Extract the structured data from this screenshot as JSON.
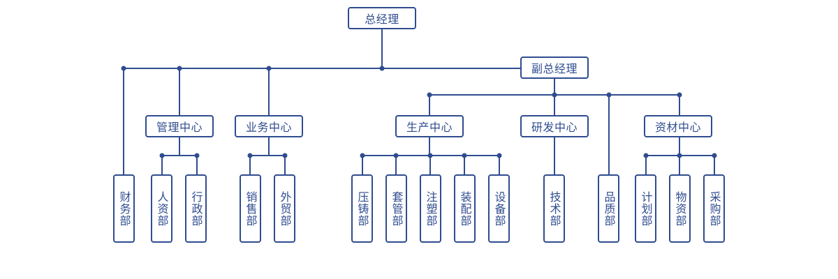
{
  "chart": {
    "line_color": "#2f4c8f",
    "nodes": {
      "gm": "总经理",
      "deputy": "副总经理",
      "finance": "财务部",
      "mgmt_center": "管理中心",
      "hr": "人资部",
      "admin": "行政部",
      "biz_center": "业务中心",
      "sales": "销售部",
      "trade": "外贸部",
      "prod_center": "生产中心",
      "die_cast": "压铸部",
      "tube": "套管部",
      "molding": "注塑部",
      "assembly": "装配部",
      "equipment": "设备部",
      "rd_center": "研发中心",
      "tech": "技术部",
      "quality": "品质部",
      "mat_center": "资材中心",
      "plan": "计划部",
      "logistics": "物资部",
      "purchase": "采购部"
    }
  }
}
